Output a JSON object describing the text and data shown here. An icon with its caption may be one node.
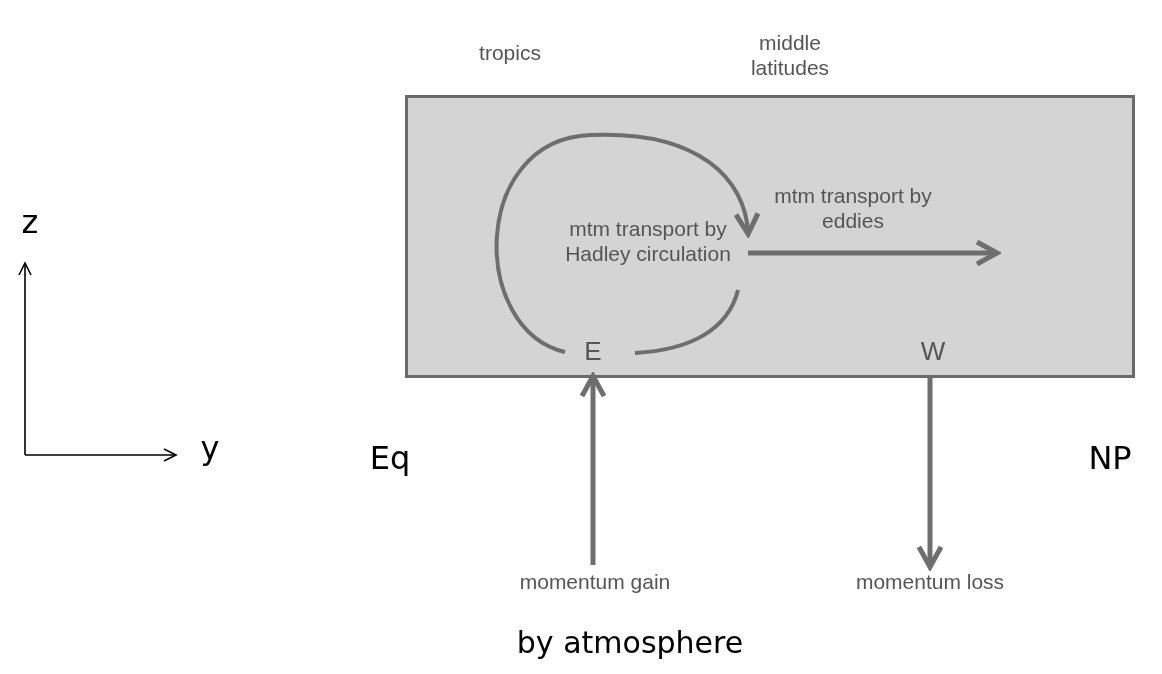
{
  "diagram": {
    "caption": "by atmosphere",
    "nodes": [
      {
        "text": [
          "mtm transport by Hadley circulation",
          "mtm transport by eddies"
        ]
      },
      {
        "text": [
          "E"
        ],
        "in": 0
      },
      {
        "text": [
          "W"
        ],
        "in": 0
      },
      {
        "text": [
          "momentum gain"
        ]
      },
      {
        "text": [
          "momentum loss"
        ]
      }
    ],
    "edges": [
      {
        "from": 3,
        "to": 0,
        "arrow": "to"
      },
      {
        "from": 0,
        "to": 4,
        "arrow": "to"
      }
    ],
    "labels": [
      "tropics",
      "middle latitudes",
      "z",
      "y",
      "Eq",
      "NP"
    ]
  }
}
